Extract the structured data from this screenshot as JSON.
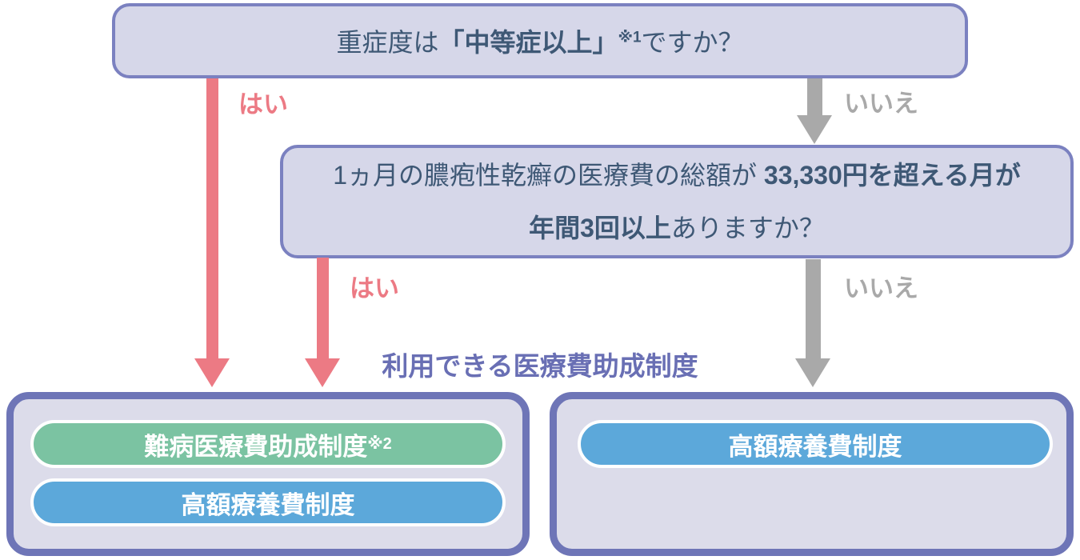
{
  "colors": {
    "background": "#ffffff",
    "question_fill": "#d6d7e9",
    "question_border": "#7b81c0",
    "question_text": "#3e5875",
    "container_fill": "#dcdcea",
    "container_border": "#6e75b7",
    "yes": "#ec7a84",
    "no": "#a9a9a9",
    "heading": "#696fb4",
    "pill_green": "#7bc3a2",
    "pill_blue": "#5ca8da",
    "pill_text": "#ffffff"
  },
  "question1": {
    "pre": "重症度は",
    "bold": "「中等症以上」",
    "sup": "※1",
    "post": "ですか？"
  },
  "question2": {
    "line1_pre": "1ヵ月の膿疱性乾癬の医療費の総額が ",
    "line1_bold": "33,330円を超える月が",
    "line2_bold": "年間3回以上",
    "line2_post": "ありますか？"
  },
  "branch_labels": {
    "yes": "はい",
    "no": "いいえ"
  },
  "heading": "利用できる医療費助成制度",
  "outcomes": {
    "left": {
      "pills": [
        {
          "label": "難病医療費助成制度",
          "sup": "※2",
          "color": "#7bc3a2"
        },
        {
          "label": "高額療養費制度",
          "sup": "",
          "color": "#5ca8da"
        }
      ]
    },
    "right": {
      "pills": [
        {
          "label": "高額療養費制度",
          "sup": "",
          "color": "#5ca8da"
        }
      ]
    }
  }
}
